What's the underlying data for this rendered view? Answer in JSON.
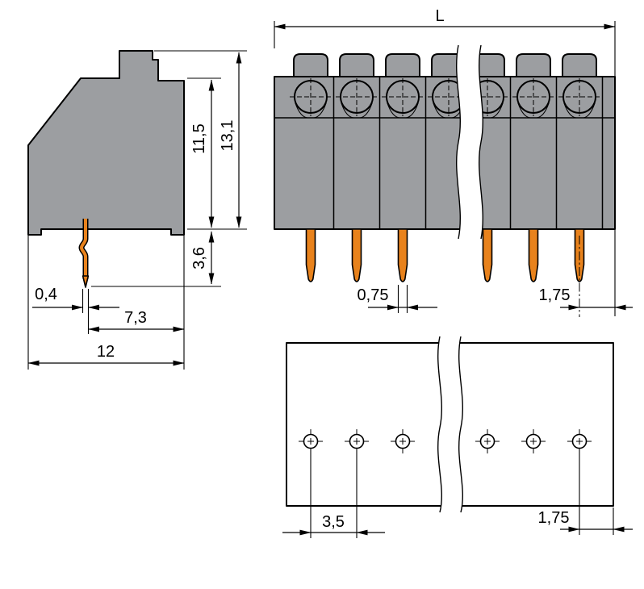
{
  "drawing": {
    "colors": {
      "housing_gray": "#9C9EA1",
      "pin_orange": "#E8821C",
      "line_black": "#000000",
      "background_white": "#FFFFFF"
    },
    "side_view": {
      "dims": {
        "housing_height": "11,5",
        "total_height": "13,1",
        "pin_protrusion": "3,6",
        "pin_thickness": "0,4",
        "pin_to_housing_edge": "7,3",
        "overall_depth": "12"
      }
    },
    "front_view": {
      "dims": {
        "overall_length": "L",
        "pin_width": "0,75",
        "end_pin_to_edge": "1,75"
      }
    },
    "footprint_view": {
      "dims": {
        "hole_pitch": "3,5",
        "end_hole_to_edge": "1,75"
      }
    }
  }
}
